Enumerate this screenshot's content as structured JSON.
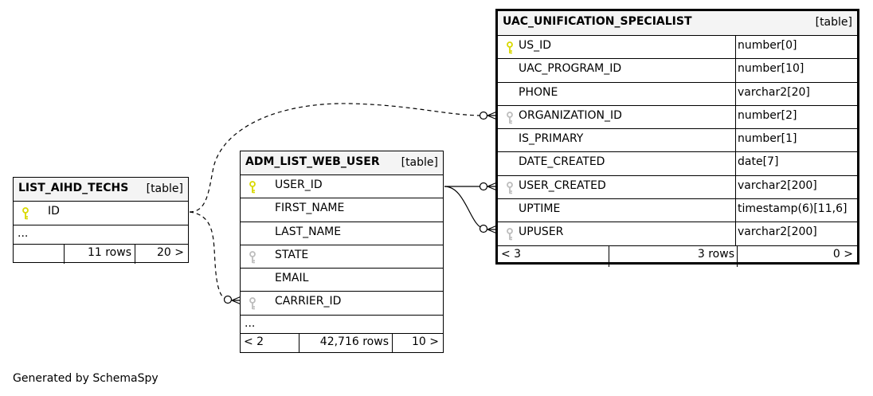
{
  "tables": {
    "uac": {
      "name": "UAC_UNIFICATION_SPECIALIST",
      "type": "[table]",
      "columns": [
        {
          "name": "US_ID",
          "type": "number[0]",
          "key": "primary"
        },
        {
          "name": "UAC_PROGRAM_ID",
          "type": "number[10]",
          "key": "none"
        },
        {
          "name": "PHONE",
          "type": "varchar2[20]",
          "key": "none"
        },
        {
          "name": "ORGANIZATION_ID",
          "type": "number[2]",
          "key": "foreign"
        },
        {
          "name": "IS_PRIMARY",
          "type": "number[1]",
          "key": "none"
        },
        {
          "name": "DATE_CREATED",
          "type": "date[7]",
          "key": "none"
        },
        {
          "name": "USER_CREATED",
          "type": "varchar2[200]",
          "key": "foreign"
        },
        {
          "name": "UPTIME",
          "type": "timestamp(6)[11,6]",
          "key": "none"
        },
        {
          "name": "UPUSER",
          "type": "varchar2[200]",
          "key": "foreign"
        }
      ],
      "footer": {
        "parents": "< 3",
        "rows": "3 rows",
        "children": "0 >"
      }
    },
    "adm": {
      "name": "ADM_LIST_WEB_USER",
      "type": "[table]",
      "columns": [
        {
          "name": "USER_ID",
          "key": "primary"
        },
        {
          "name": "FIRST_NAME",
          "key": "none"
        },
        {
          "name": "LAST_NAME",
          "key": "none"
        },
        {
          "name": "STATE",
          "key": "foreign"
        },
        {
          "name": "EMAIL",
          "key": "none"
        },
        {
          "name": "CARRIER_ID",
          "key": "foreign"
        }
      ],
      "ellipsis": "...",
      "footer": {
        "parents": "< 2",
        "rows": "42,716 rows",
        "children": "10 >"
      }
    },
    "aihd": {
      "name": "LIST_AIHD_TECHS",
      "type": "[table]",
      "columns": [
        {
          "name": "ID",
          "key": "primary"
        }
      ],
      "ellipsis": "...",
      "footer": {
        "parents": "",
        "rows": "11 rows",
        "children": "20 >"
      }
    }
  },
  "colors": {
    "primary_key": "#d8d800",
    "foreign_key": "#bdbdbd",
    "header_bg": "#f4f4f4"
  },
  "footer_text": "Generated by SchemaSpy"
}
